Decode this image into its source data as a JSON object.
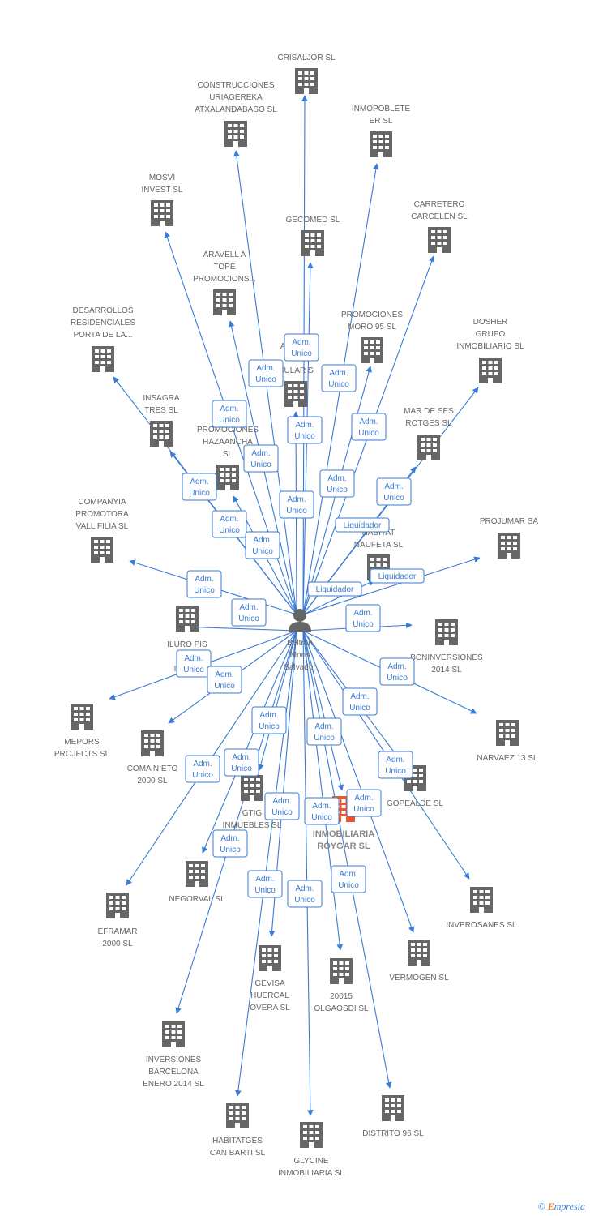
{
  "center": {
    "label": [
      "Beltran",
      "Mons",
      "Salvador"
    ]
  },
  "colors": {
    "edge": "#3a7bd5",
    "building": "#666666",
    "highlight": "#e8582a"
  },
  "nodes": [
    {
      "id": "crisaljor",
      "label": [
        "CRISALJOR SL"
      ]
    },
    {
      "id": "construcciones",
      "label": [
        "CONSTRUCCIONES",
        "URIAGEREKA",
        "ATXALANDABASO SL"
      ]
    },
    {
      "id": "inmopoblete",
      "label": [
        "INMOPOBLETE",
        "ER SL"
      ]
    },
    {
      "id": "mosvi",
      "label": [
        "MOSVI",
        "INVEST  SL"
      ]
    },
    {
      "id": "gecomed",
      "label": [
        "GECOMED  SL"
      ]
    },
    {
      "id": "carretero",
      "label": [
        "CARRETERO",
        "CARCELEN  SL"
      ]
    },
    {
      "id": "aravell",
      "label": [
        "ARAVELL A",
        "TOPE",
        "PROMOCIONS..."
      ]
    },
    {
      "id": "desarrollos",
      "label": [
        "DESARROLLOS",
        "RESIDENCIALES",
        "PORTA DE LA..."
      ]
    },
    {
      "id": "promoro",
      "label": [
        "PROMOCIONES",
        "MORO 95 SL"
      ]
    },
    {
      "id": "dosher",
      "label": [
        "DOSHER",
        "GRUPO",
        "INMOBILIARIO SL"
      ]
    },
    {
      "id": "aplicaciones",
      "label": [
        "APLIC    S",
        "RIG",
        "CULAR S"
      ]
    },
    {
      "id": "insagra",
      "label": [
        "INSAGRA",
        "TRES SL"
      ]
    },
    {
      "id": "hazaancha",
      "label": [
        "PROMOCIONES",
        "HAZAANCHA",
        "SL"
      ]
    },
    {
      "id": "mardeses",
      "label": [
        "MAR DE SES",
        "ROTGES SL"
      ]
    },
    {
      "id": "companyia",
      "label": [
        "COMPANYIA",
        "PROMOTORA",
        "VALL FILIA SL"
      ]
    },
    {
      "id": "prohabitat",
      "label": [
        "    HABITAT",
        "NAUFETA SL"
      ]
    },
    {
      "id": "projumar",
      "label": [
        "PROJUMAR SA"
      ]
    },
    {
      "id": "iluro",
      "label": [
        "ILURO PIS",
        "PRO",
        "INMOB"
      ]
    },
    {
      "id": "bcninv",
      "label": [
        "BCNINVERSIONES",
        "2014  SL"
      ]
    },
    {
      "id": "mepors",
      "label": [
        "MEPORS",
        "PROJECTS SL"
      ]
    },
    {
      "id": "comanieto",
      "label": [
        "COMA NIETO",
        "2000 SL"
      ]
    },
    {
      "id": "narvaez",
      "label": [
        "NARVAEZ 13 SL"
      ]
    },
    {
      "id": "gtig",
      "label": [
        "GTIG",
        "INMUEBLES  SL"
      ]
    },
    {
      "id": "roygar",
      "label": [
        "INMOBILIARIA",
        "ROYGAR SL"
      ]
    },
    {
      "id": "gopealde",
      "label": [
        "GOPEALDE SL"
      ]
    },
    {
      "id": "negorval",
      "label": [
        "NEGORVAL SL"
      ]
    },
    {
      "id": "eframar",
      "label": [
        "EFRAMAR",
        "2000 SL"
      ]
    },
    {
      "id": "inverosanes",
      "label": [
        "INVEROSANES SL"
      ]
    },
    {
      "id": "gevisa",
      "label": [
        "GEVISA",
        "HUERCAL",
        "OVERA SL"
      ]
    },
    {
      "id": "olgaosdi",
      "label": [
        "20015",
        "OLGAOSDI SL"
      ]
    },
    {
      "id": "vermogen",
      "label": [
        "VERMOGEN SL"
      ]
    },
    {
      "id": "invbarcelona",
      "label": [
        "INVERSIONES",
        "BARCELONA",
        "ENERO 2014  SL"
      ]
    },
    {
      "id": "habitatges",
      "label": [
        "HABITATGES",
        "CAN BARTI SL"
      ]
    },
    {
      "id": "glycine",
      "label": [
        "GLYCINE",
        "INMOBILIARIA SL"
      ]
    },
    {
      "id": "distrito",
      "label": [
        "DISTRITO 96 SL"
      ]
    }
  ],
  "edge_labels": {
    "adm": [
      "Adm.",
      "Unico"
    ],
    "liquidador": "Liquidador"
  },
  "watermark": {
    "copyright": "©",
    "brand_initial": "E",
    "brand_rest": "mpresia"
  }
}
